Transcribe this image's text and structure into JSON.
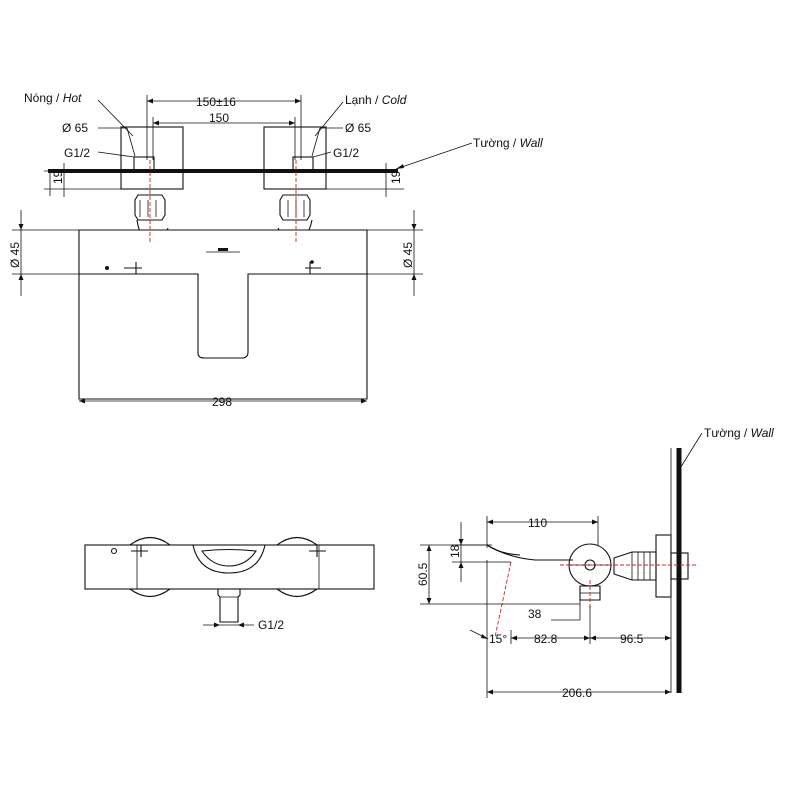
{
  "labels": {
    "hot_prefix": "Nóng / ",
    "hot_en": "Hot",
    "cold_prefix": "Lạnh / ",
    "cold_en": "Cold",
    "wall_prefix": "Tường / ",
    "wall_en": "Wall",
    "wall2_prefix": "Tường / ",
    "wall2_en": "Wall"
  },
  "dims_top": {
    "spacing_tol": "150±16",
    "spacing": "150",
    "flange_left": "Ø 65",
    "flange_right": "Ø 65",
    "thread_left": "G1/2",
    "thread_right": "G1/2",
    "wall_offset_left": "19",
    "wall_offset_right": "19",
    "body_dia_left": "Ø 45",
    "body_dia_right": "Ø 45",
    "width": "298"
  },
  "dims_bottom": {
    "outlet_thread": "G1/2"
  },
  "dims_side": {
    "reach_top": "110",
    "spout_h": "18",
    "height": "60.5",
    "outlet_drop": "38",
    "angle": "15°",
    "d1": "82.8",
    "d2": "96.5",
    "total": "206.6"
  }
}
